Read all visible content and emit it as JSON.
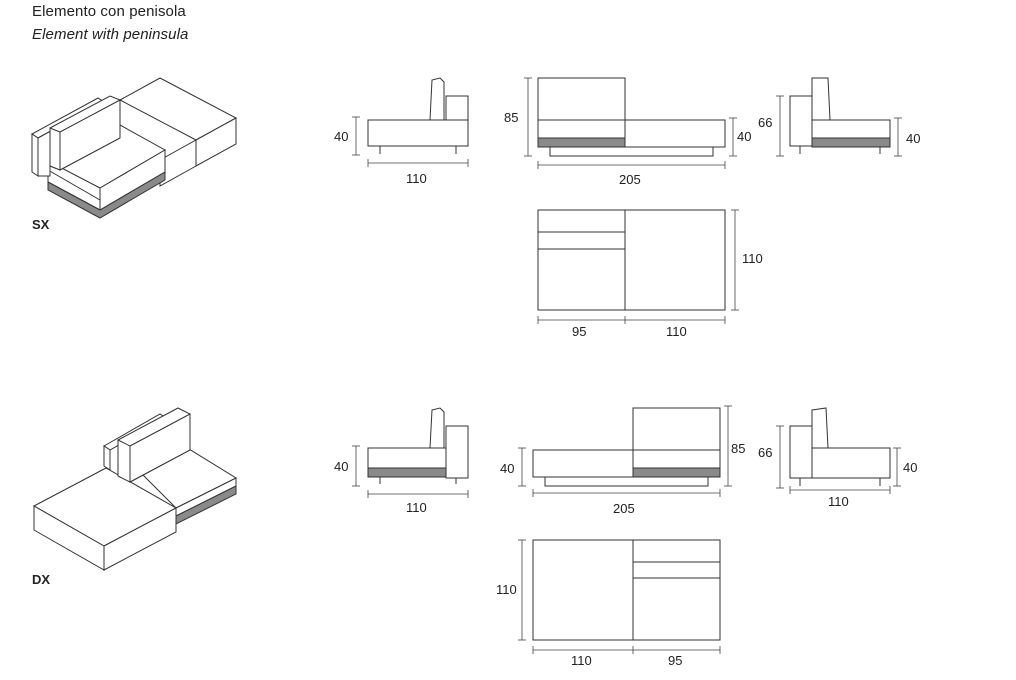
{
  "title_it": "Elemento con penisola",
  "title_en": "Element with peninsula",
  "variants": {
    "sx": {
      "tag": "SX"
    },
    "dx": {
      "tag": "DX"
    }
  },
  "dims": {
    "d40": "40",
    "d85": "85",
    "d66": "66",
    "d110": "110",
    "d205": "205",
    "d95": "95"
  }
}
